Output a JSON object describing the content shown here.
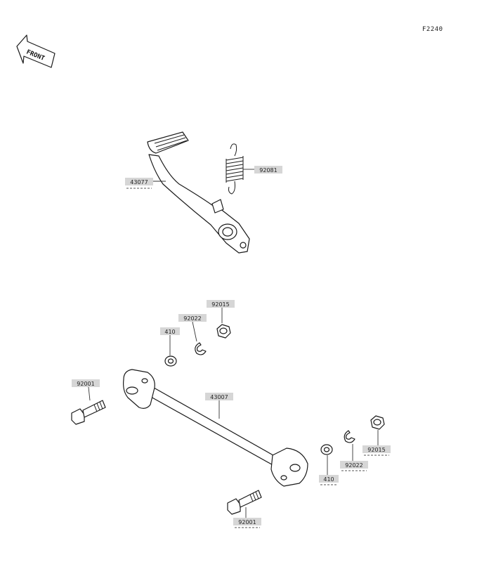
{
  "figure_code": "F2240",
  "front_arrow_text": "FRONT",
  "labels": {
    "brake_pedal": "43077",
    "return_spring": "92081",
    "nut_top": "92015",
    "circlip_top": "92022",
    "washer_top": "410",
    "rod": "43007",
    "bolt_left": "92001",
    "washer_bottom": "410",
    "circlip_bottom": "92022",
    "nut_bottom": "92015",
    "bolt_bottom": "92001"
  }
}
